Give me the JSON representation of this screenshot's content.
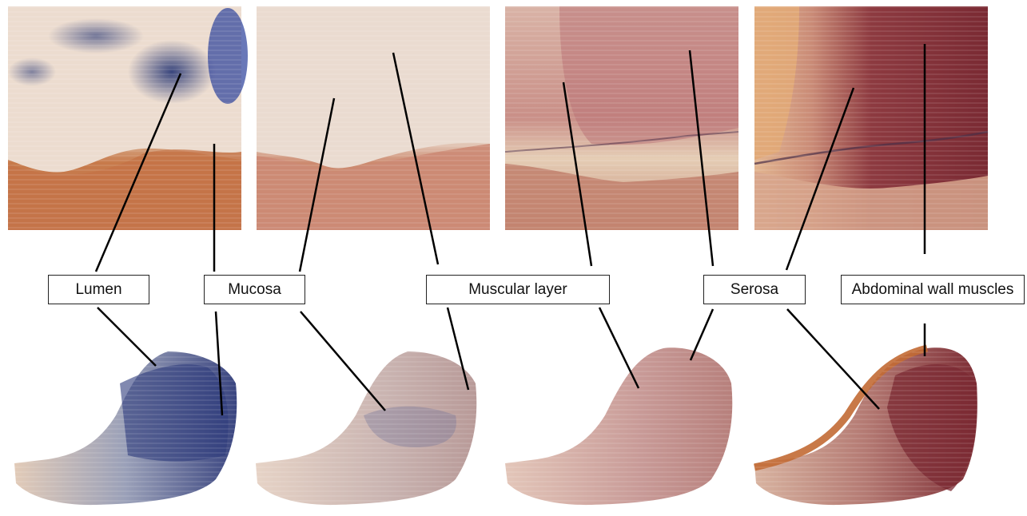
{
  "labels": {
    "lumen": "Lumen",
    "mucosa": "Mucosa",
    "muscular": "Muscular layer",
    "serosa": "Serosa",
    "abdominal_wall": "Abdominal wall muscles"
  },
  "colors": {
    "tissue_pale": "#eadbd0",
    "tissue_pink": "#d6a79a",
    "muscle_red": "#8e3a3e",
    "orange_wall": "#c8703f",
    "lumen_blue": "#2f3c7a",
    "leader_line": "#000000"
  }
}
